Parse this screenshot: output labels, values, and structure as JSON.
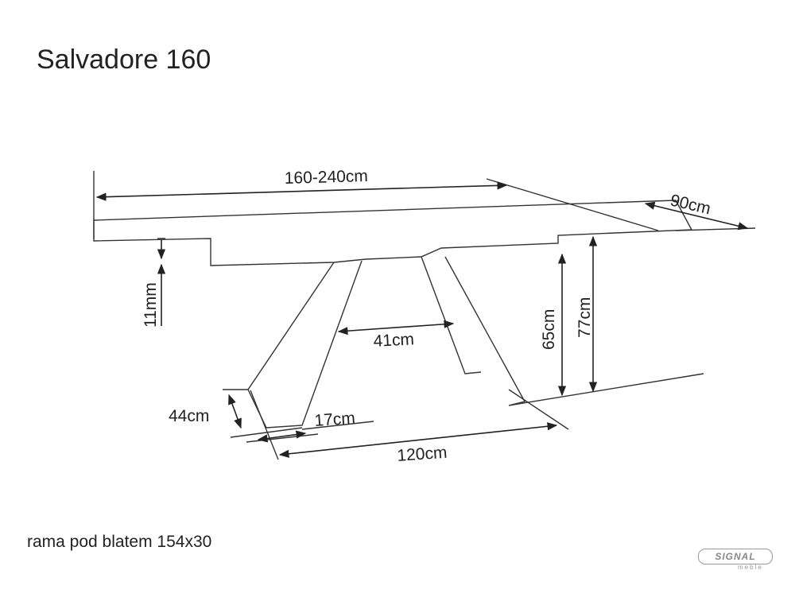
{
  "title": "Salvadore 160",
  "caption": "rama pod blatem 154x30",
  "dimensions": {
    "length": "160-240cm",
    "width": "90cm",
    "top_thickness": "11mm",
    "frame_height": "65cm",
    "total_height": "77cm",
    "leg_gap": "41cm",
    "foot_depth": "44cm",
    "foot_width": "17cm",
    "leg_span": "120cm"
  },
  "logo": {
    "brand": "SIGNAL",
    "sub": "meble"
  }
}
